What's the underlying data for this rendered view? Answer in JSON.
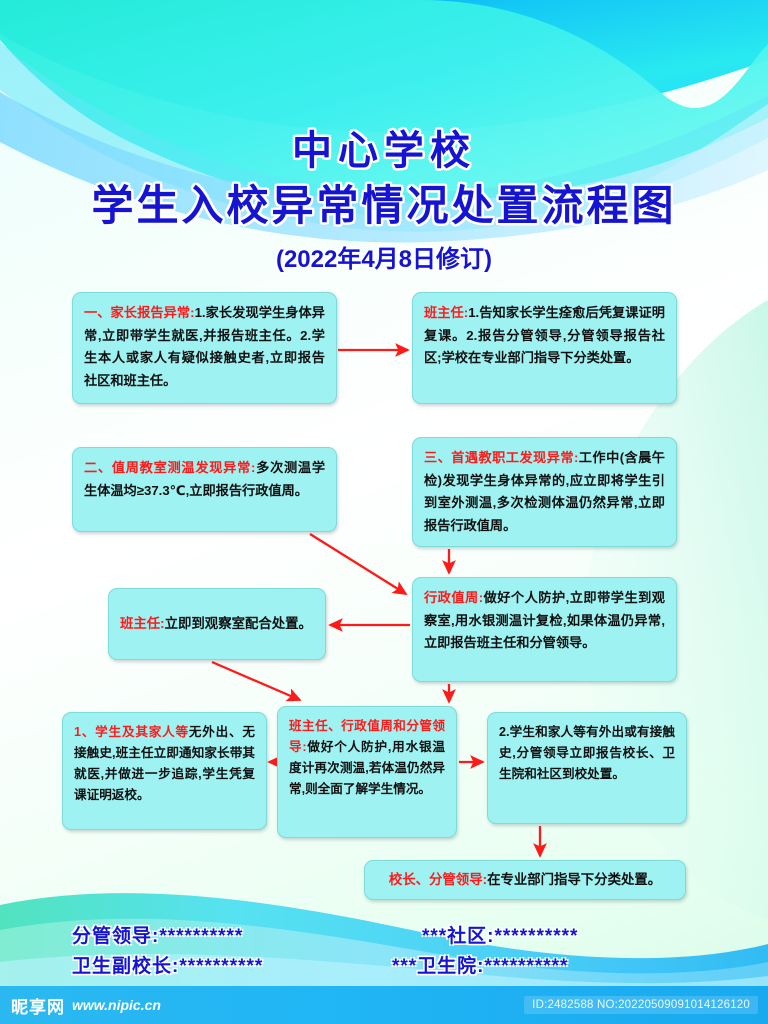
{
  "poster": {
    "title_line1": "中心学校",
    "title_line2": "学生入校异常情况处置流程图",
    "title_line3": "(2022年4月8日修订)",
    "accent_red": "#ff1a1a",
    "title_blue": "#1414d2",
    "box_fill": "#9ff2f2",
    "arrow_color": "#ff1a1a"
  },
  "boxes": {
    "parent_report": {
      "heading": "一、家长报告异常:",
      "body": "1.家长发现学生身体异常,立即带学生就医,并报告班主任。2.学生本人或家人有疑似接触史者,立即报告社区和班主任。"
    },
    "teacher_response": {
      "heading": "班主任:",
      "body": "1.告知家长学生痊愈后凭复课证明复课。2.报告分管领导,分管领导报告社区;学校在专业部门指导下分类处置。"
    },
    "weekly_duty_classroom": {
      "heading": "二、值周教室测温发现异常:",
      "body": "多次测温学生体温均≥37.3℃,立即报告行政值周。"
    },
    "staff_first_contact": {
      "heading": "三、首遇教职工发现异常:",
      "body": "工作中(含晨午检)发现学生身体异常的,应立即将学生引到室外测温,多次检测体温仍然异常,立即报告行政值周。"
    },
    "admin_duty": {
      "heading": "行政值周:",
      "body": "做好个人防护,立即带学生到观察室,用水银测温计复检,如果体温仍异常,立即报告班主任和分管领导。"
    },
    "teacher_observe": {
      "heading": "班主任:",
      "body": "立即到观察室配合处置。"
    },
    "case_one": {
      "heading": "1、学生及其家人等",
      "body": "无外出、无接触史,班主任立即通知家长带其就医,并做进一步追踪,学生凭复课证明返校。"
    },
    "case_middle": {
      "heading": "班主任、行政值周和分管领导:",
      "body": "做好个人防护,用水银温度计再次测温,若体温仍然异常,则全面了解学生情况。"
    },
    "case_two": {
      "heading": "",
      "body": "2.学生和家人等有外出或有接触史,分管领导立即报告校长、卫生院和社区到校处置。"
    },
    "principal": {
      "heading": "校长、分管领导:",
      "body": "在专业部门指导下分类处置。"
    }
  },
  "footer": {
    "line_left_1": "分管领导:**********",
    "line_left_2": "卫生副校长:**********",
    "line_right_1": "***社区:**********",
    "line_right_2": "***卫生院:**********"
  },
  "watermark": {
    "logo": "昵享网",
    "url": "www.nipic.cn",
    "id": "ID:2482588 NO:20220509091014126120"
  }
}
